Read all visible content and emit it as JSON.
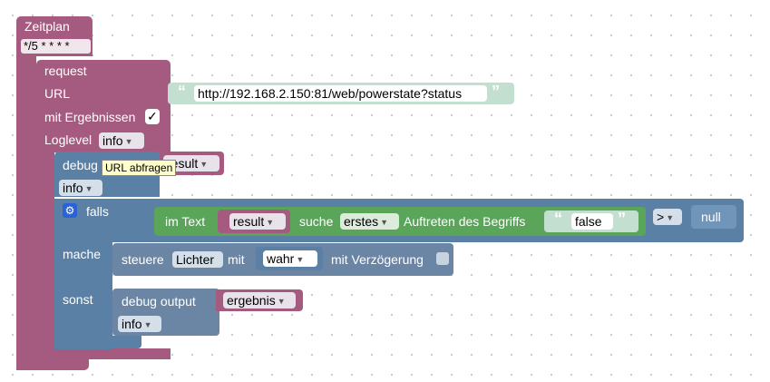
{
  "schedule": {
    "title": "Zeitplan",
    "cron": "*/5 * * * *"
  },
  "request": {
    "title": "request",
    "url_label": "URL",
    "url_value": "http://192.168.2.150:81/web/powerstate?status",
    "with_results_label": "mit Ergebnissen",
    "with_results_checked": "✓",
    "loglevel_label": "Loglevel",
    "loglevel_value": "info"
  },
  "debug_block": {
    "label": "debug",
    "tooltip": "URL abfragen",
    "var": "result",
    "level": "info"
  },
  "if_block": {
    "if_label": "falls",
    "in_text_label": "im Text",
    "var": "result",
    "search_label": "suche",
    "occurrence": "erstes",
    "occurrence_label": "Auftreten des Begriffs",
    "term": "false",
    "operator": ">",
    "compare_value": "null",
    "do_label": "mache",
    "else_label": "sonst"
  },
  "control_block": {
    "label": "steuere",
    "target": "Lichter",
    "with_label": "mit",
    "value": "wahr",
    "delay_label": "mit Verzögerung"
  },
  "debug_output": {
    "label": "debug output",
    "var": "ergebnis",
    "level": "info"
  },
  "colors": {
    "pink": "#a55b80",
    "blue": "#5b80a5",
    "green": "#5ba55b",
    "text_block": "#c3dfd0"
  }
}
